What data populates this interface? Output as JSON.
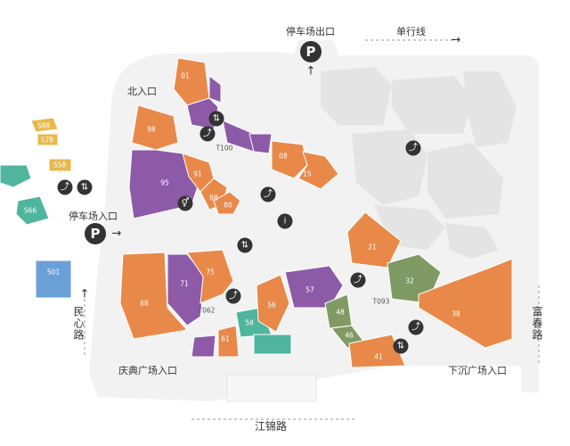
{
  "map": {
    "colors": {
      "orange": "#e8894a",
      "purple": "#8d5aa8",
      "green": "#7f9a63",
      "teal": "#4fb59f",
      "blue": "#6b9fd8",
      "yellow": "#e8b84a",
      "gray": "#e6e6e6",
      "walkway": "#f2f2f2"
    },
    "labels": {
      "north_entrance": "北入口",
      "parking_exit": "停车场出口",
      "one_way": "单行线",
      "parking_entrance": "停车场入口",
      "celebration_square_entrance": "庆典广场入口",
      "sunken_square_entrance": "下沉广场入口"
    },
    "roads": {
      "south": "江锦路",
      "west": "民心路",
      "east": "富春路"
    },
    "units": {
      "u01": "01",
      "u98": "98",
      "u95": "95",
      "u91": "91",
      "u88": "88",
      "u80": "80",
      "u08": "08",
      "u15": "15",
      "u21": "21",
      "u32": "32",
      "u38": "38",
      "u68": "68",
      "u75": "75",
      "u71": "71",
      "u56": "56",
      "u57": "57",
      "u48": "48",
      "u46": "46",
      "u41": "41",
      "u58": "58",
      "u61": "61",
      "s01": "S01",
      "s66": "S66",
      "s58": "S58",
      "s78": "S78",
      "s88": "S88",
      "t1": "T100",
      "t2": "T062",
      "t3": "T093"
    },
    "icons": [
      "parking-icon",
      "escalator-icon",
      "restroom-icon",
      "info-icon",
      "elevator-icon",
      "lift-icon"
    ]
  }
}
